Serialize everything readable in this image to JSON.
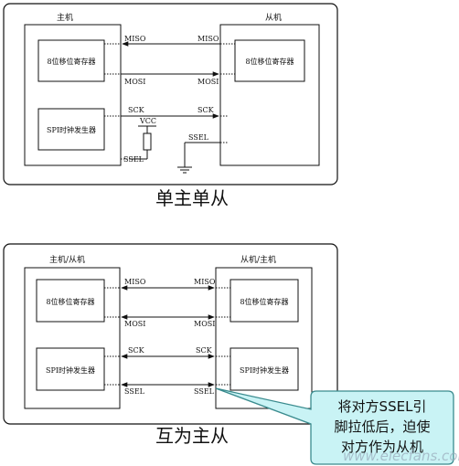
{
  "diagram1": {
    "caption": "单主单从",
    "master": {
      "title": "主机",
      "shift_register": "8位移位寄存器",
      "clock_generator": "SPI时钟发生器",
      "miso": "MISO",
      "mosi": "MOSI",
      "sck": "SCK",
      "ssel": "SSEL"
    },
    "slave": {
      "title": "从机",
      "shift_register": "8位移位寄存器",
      "miso": "MISO",
      "mosi": "MOSI",
      "sck": "SCK",
      "ssel": "SSEL"
    },
    "vcc": "VCC"
  },
  "diagram2": {
    "caption": "互为主从",
    "left": {
      "title": "主机/从机",
      "shift_register": "8位移位寄存器",
      "clock_generator": "SPI时钟发生器",
      "miso": "MISO",
      "mosi": "MOSI",
      "sck": "SCK",
      "ssel": "SSEL"
    },
    "right": {
      "title": "从机/主机",
      "shift_register": "8位移位寄存器",
      "clock_generator": "SPI时钟发生器",
      "miso": "MISO",
      "mosi": "MOSI",
      "sck": "SCK",
      "ssel": "SSEL"
    },
    "callout": {
      "line1": "将对方SSEL引",
      "line2": "脚拉低后，迫使",
      "line3": "对方作为从机"
    }
  },
  "watermark": "www.elecfans.com",
  "colors": {
    "callout_fill": "#c9f3f5",
    "callout_stroke": "#3a8b8e",
    "line": "#111111"
  }
}
